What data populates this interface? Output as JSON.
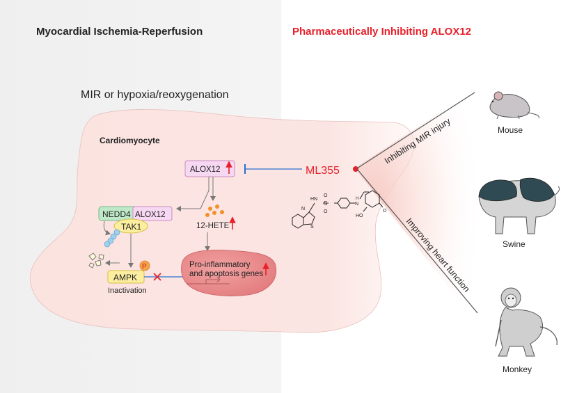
{
  "left_title": "Myocardial Ischemia-Reperfusion",
  "right_title": "Pharmaceutically Inhibiting ALOX12",
  "condition": "MIR or hypoxia/reoxygenation",
  "cell_label": "Cardiomyocyte",
  "nodes": {
    "alox12_top": "ALOX12",
    "nedd4": "NEDD4",
    "alox12_complex": "ALOX12",
    "tak1": "TAK1",
    "hete": "12-HETE",
    "ampk": "AMPK",
    "phospho": "P",
    "inactivation": "Inactivation",
    "genes_line1": "Pro-inflammatory",
    "genes_line2": "and apoptosis genes"
  },
  "drug": {
    "name": "ML355",
    "mol_hn": "HN",
    "mol_s1": "S",
    "mol_o1": "O",
    "mol_o2": "O",
    "mol_n1": "N",
    "mol_s2": "S",
    "mol_nh": "N",
    "mol_h": "H",
    "mol_ho": "HO",
    "mol_o3": "O"
  },
  "effects": {
    "upper": "Inhibiting MIR injury",
    "lower": "Improving heart function"
  },
  "animals": {
    "mouse": "Mouse",
    "swine": "Swine",
    "monkey": "Monkey"
  },
  "colors": {
    "title_left": "#222222",
    "title_right": "#e8202a",
    "drug_red": "#e8202a",
    "inhibit_blue": "#2a6fd0",
    "cell_fill": "#fbe3e0",
    "nucleus_fill": "#ee8d8e",
    "alox_fill": "#f6d8f2",
    "nedd4_fill": "#bfe8c8",
    "tak1_fill": "#fbeea0",
    "ampk_fill": "#fbeea0",
    "hete_dots": "#f3902a"
  }
}
